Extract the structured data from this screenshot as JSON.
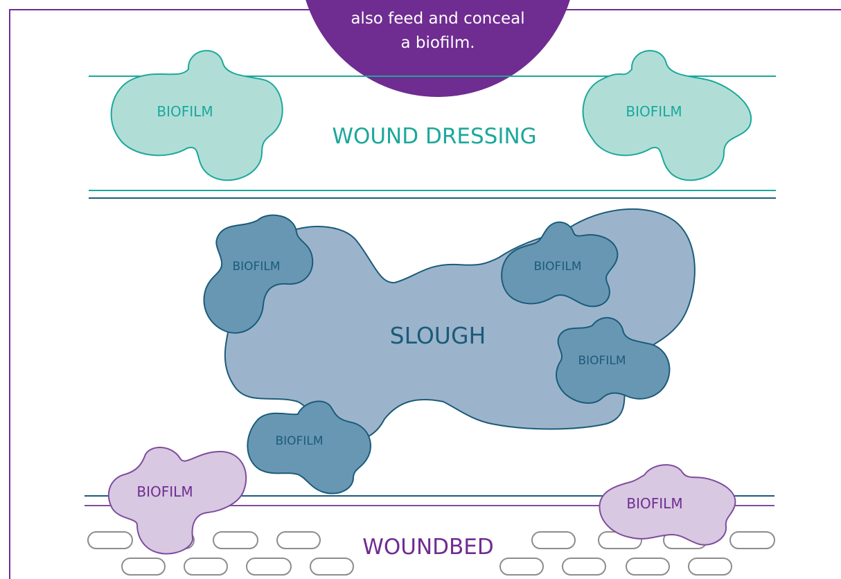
{
  "callout": {
    "line1": "also feed and conceal",
    "line2": "a biofilm."
  },
  "layers": {
    "dressing_label": "WOUND DRESSING",
    "slough_label": "SLOUGH",
    "woundbed_label": "WOUNDBED"
  },
  "biofilms": [
    {
      "label": "BIOFILM",
      "layer": "dressing"
    },
    {
      "label": "BIOFILM",
      "layer": "dressing"
    },
    {
      "label": "BIOFILM",
      "layer": "slough"
    },
    {
      "label": "BIOFILM",
      "layer": "slough"
    },
    {
      "label": "BIOFILM",
      "layer": "slough"
    },
    {
      "label": "BIOFILM",
      "layer": "slough"
    },
    {
      "label": "BIOFILM",
      "layer": "woundbed"
    },
    {
      "label": "BIOFILM",
      "layer": "woundbed"
    }
  ],
  "colors": {
    "purple": "#6f2c91",
    "teal": "#1ba89a",
    "teal_fill": "#b0ded7",
    "navy": "#1b5b78",
    "slough_fill": "#9bb4cc",
    "slough_biofilm_fill": "#6897b4",
    "lilac_fill": "#d8c8e2",
    "lilac_stroke": "#7e4c9c",
    "cell_stroke": "#8c8c8c"
  }
}
